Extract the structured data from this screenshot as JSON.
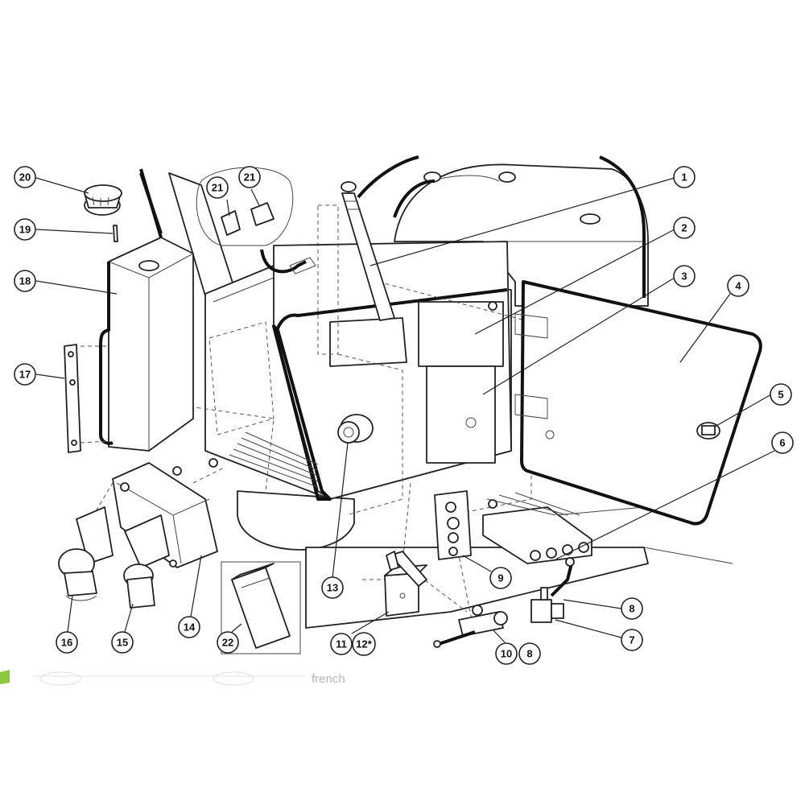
{
  "diagram": {
    "callouts": [
      {
        "id": "c1",
        "label": "1"
      },
      {
        "id": "c2",
        "label": "2"
      },
      {
        "id": "c3",
        "label": "3"
      },
      {
        "id": "c4",
        "label": "4"
      },
      {
        "id": "c5",
        "label": "5"
      },
      {
        "id": "c6",
        "label": "6"
      },
      {
        "id": "c7",
        "label": "7"
      },
      {
        "id": "c8a",
        "label": "8"
      },
      {
        "id": "c8b",
        "label": "8"
      },
      {
        "id": "c9",
        "label": "9"
      },
      {
        "id": "c10",
        "label": "10"
      },
      {
        "id": "c11",
        "label": "11"
      },
      {
        "id": "c12",
        "label": "12*"
      },
      {
        "id": "c13",
        "label": "13"
      },
      {
        "id": "c14",
        "label": "14"
      },
      {
        "id": "c15",
        "label": "15"
      },
      {
        "id": "c16",
        "label": "16"
      },
      {
        "id": "c17",
        "label": "17"
      },
      {
        "id": "c18",
        "label": "18"
      },
      {
        "id": "c19",
        "label": "19"
      },
      {
        "id": "c20",
        "label": "20"
      },
      {
        "id": "c21a",
        "label": "21"
      },
      {
        "id": "c21b",
        "label": "21"
      },
      {
        "id": "c22",
        "label": "22"
      }
    ],
    "footer_text": "french",
    "colors": {
      "line": "#222222",
      "background": "#ffffff",
      "accent_green": "#8dc63f"
    }
  }
}
